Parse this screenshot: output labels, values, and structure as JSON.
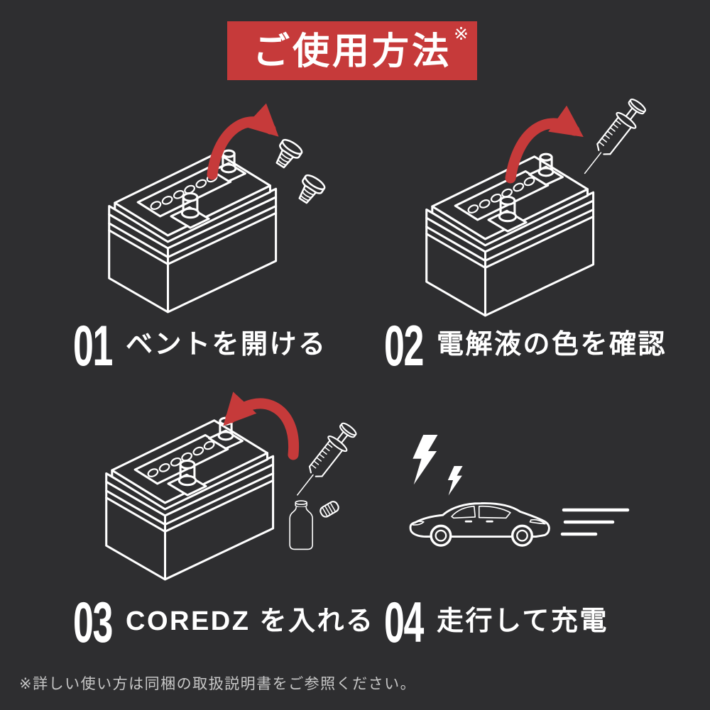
{
  "theme": {
    "bg": "#2e2e30",
    "accent": "#c63a3a",
    "ink": "#ffffff",
    "muted": "#c7c7c7"
  },
  "header": {
    "title": "ご使用方法",
    "note_mark": "※"
  },
  "steps": [
    {
      "number": "01",
      "label": "ベントを開ける",
      "illustration": "battery with vent caps removed, red arrow"
    },
    {
      "number": "02",
      "label": "電解液の色を確認",
      "illustration": "battery with syringe sampling electrolyte, red arrow"
    },
    {
      "number": "03",
      "label": "COREDZ を入れる",
      "illustration": "battery with syringe, additive bottle and cap, red arrow"
    },
    {
      "number": "04",
      "label": "走行して充電",
      "illustration": "car driving with lightning bolts and speed lines"
    }
  ],
  "footnote": "※詳しい使い方は同梱の取扱説明書をご参照ください。"
}
